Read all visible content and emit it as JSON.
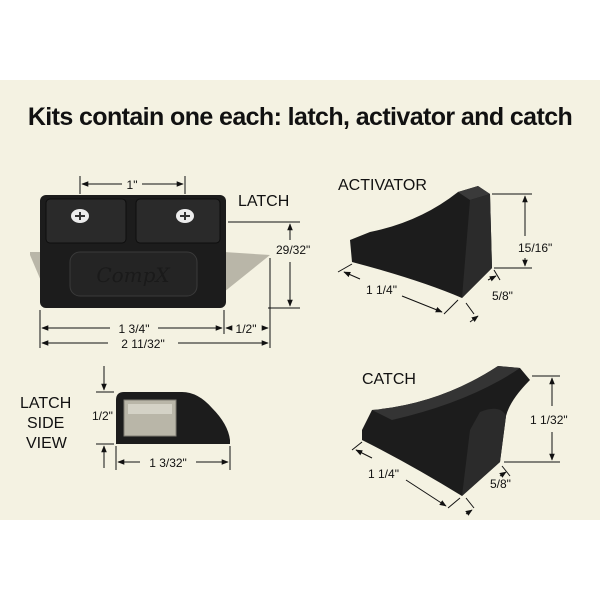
{
  "title": "Kits contain one each: latch, activator and catch",
  "latch": {
    "name": "LATCH",
    "brand": "CompX",
    "dims": {
      "screw_spacing": "1\"",
      "height": "29/32\"",
      "body_width": "1 3/4\"",
      "tab_width": "1/2\"",
      "overall_width": "2 11/32\""
    }
  },
  "activator": {
    "name": "ACTIVATOR",
    "dims": {
      "height": "15/16\"",
      "length": "1 1/4\"",
      "depth": "5/8\""
    }
  },
  "catch": {
    "name": "CATCH",
    "dims": {
      "height": "1 1/32\"",
      "length": "1 1/4\"",
      "depth": "5/8\""
    }
  },
  "latch_side_view": {
    "name_lines": [
      "LATCH",
      "SIDE",
      "VIEW"
    ],
    "dims": {
      "height": "1/2\"",
      "length": "1 3/32\""
    }
  },
  "colors": {
    "background": "#f4f2e2",
    "part": "#1c1c1c",
    "metal_tab": "#b9b6a8",
    "dimension_line": "#111111"
  }
}
